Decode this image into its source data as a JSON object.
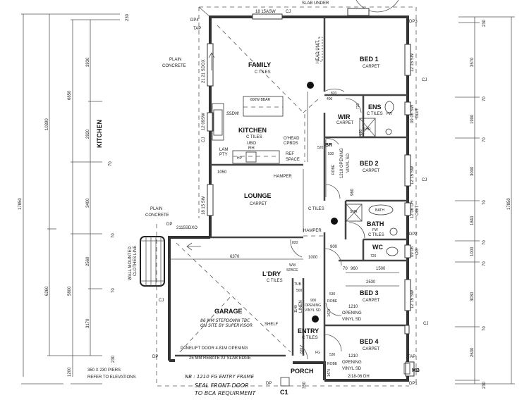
{
  "rooms": {
    "family": {
      "name": "FAMILY",
      "finish": "C TILES"
    },
    "kitchen": {
      "name": "KITCHEN",
      "finish": "C TILES"
    },
    "lounge": {
      "name": "LOUNGE",
      "finish": "CARPET"
    },
    "bed1": {
      "name": "BED 1",
      "finish": "CARPET"
    },
    "wir": {
      "name": "WIR",
      "finish": "CARPET"
    },
    "ens": {
      "name": "ENS",
      "finish": "C TILES"
    },
    "bed2": {
      "name": "BED 2",
      "finish": "CARPET"
    },
    "bath": {
      "name": "BATH",
      "finish": "C TILES"
    },
    "wc": {
      "name": "WC"
    },
    "bed3": {
      "name": "BED 3",
      "finish": "CARPET"
    },
    "bed4": {
      "name": "BED 4",
      "finish": "CARPET"
    },
    "ldry": {
      "name": "L'DRY",
      "finish": "C TILES"
    },
    "garage": {
      "name": "GARAGE",
      "note1": "86 MM STEPDOWN TBC",
      "note2": "ON SITE BY SUPERVISOR"
    },
    "entry": {
      "name": "ENTRY",
      "finish": "C TILES"
    },
    "porch": {
      "name": "PORCH"
    },
    "hall": {
      "finish": "C TILES"
    }
  },
  "labels": {
    "slab_under": "SLAB UNDER",
    "window_top": "18 15ASW",
    "cj": "CJ",
    "dp4": "DP4",
    "tap": "TAP",
    "plain_concrete_1": "PLAIN",
    "plain_concrete_2": "CONCRETE",
    "sdox": "21 21 SDOX",
    "sw_kitchen": "12 09SW",
    "ssdw": "SSDW",
    "bbar": "800W BBAR",
    "head_unit": "HEAD UNIT",
    "lam_pty_1": "LAM",
    "lam_pty_2": "PTY",
    "hp": "HP",
    "ubo": "UBO",
    "rh": "RH",
    "ohead_1": "O'HEAD",
    "ohead_2": "CPBDS",
    "ref_1": "REF",
    "ref_2": "SPACE",
    "d1050": "1050",
    "hamper": "HAMPER",
    "sw_lounge": "18 15 SW",
    "sdxo": "2115SDXO",
    "dp": "DP",
    "clothes_1": "WALL MOUNTED",
    "clothes_2": "CLOTHES LINE",
    "d6370": "6370",
    "d820": "820",
    "d1000": "1000",
    "d900": "900",
    "wm_1": "WM",
    "wm_2": "SPACE",
    "tub": "TUB",
    "linen": "LINEN",
    "d1140": "1140",
    "d500": "500",
    "opening900_1": "900",
    "opening900_2": "OPENING",
    "opening900_3": "VINYL SD",
    "shelf": "SHELF",
    "panelift": "PANELIFT DOOR 4.81M OPENING",
    "rebate": "25 MM REBATE AT SLAB EDGE",
    "fg": "FG",
    "nb": "NB : 1210 FG ENTRY FRAME",
    "seal_1": "SEAL FRONT DOOR",
    "seal_2": "TO BCA REQUIRMENT",
    "piers_1": "350 X 230 PIERS",
    "piers_2": "REFER TO ELEVATIONS",
    "c1": "C1",
    "d350": "350",
    "dp3": "DP3",
    "dp2": "DP2",
    "dp1": "DP1",
    "mb": "MB",
    "sw_bed1": "12 15 SW",
    "sw_ens": "09 06 SW",
    "og_t": "OG/T",
    "sw_bed2": "12 15 SW",
    "dh_bath": "12 06 DH",
    "og_t2": "OG/T",
    "wc_win": "09 06",
    "og": "OG",
    "sw_bed3": "12 15 SW",
    "d400": "400",
    "d720": "720",
    "d480": "480",
    "d520": "520",
    "br": "BR",
    "robe": "ROBE",
    "d530": "530",
    "opening1210_1": "1210 OPENING",
    "opening1210_2": "VINYL SD",
    "d960": "960",
    "shr": "SHR",
    "fw": "FW",
    "bath_tub": "BATH",
    "d70": "70",
    "d1500": "1500",
    "d2530": "2530",
    "d1470": "1470",
    "open_b3_1": "1210",
    "open_b3_2": "OPENING",
    "open_b3_3": "VINYL SD",
    "dh_bed4": "2/18-06 DH"
  },
  "dims_left": {
    "d230a": "230",
    "d3930": "3930",
    "d6850": "6850",
    "d10390": "10390",
    "d2920": "2920",
    "kitchen": "KITCHEN",
    "d70a": "70",
    "d3400": "3400",
    "d17850": "17850",
    "d70b": "70",
    "d2560": "2560",
    "d70c": "70",
    "d6260": "6260",
    "d5800": "5800",
    "d3170": "3170",
    "d230b": "230",
    "d1200": "1200"
  },
  "dims_right": {
    "d230a": "230",
    "d3570": "3570",
    "d70a": "70",
    "d1900": "1900",
    "d70b": "70",
    "d3000": "3000",
    "d70c": "70",
    "d17850": "17850",
    "d1840": "1840",
    "d70d": "70",
    "d1000": "1000",
    "d70e": "70",
    "d3030": "3030",
    "d70f": "70",
    "d2630": "2630",
    "d230b": "230"
  }
}
